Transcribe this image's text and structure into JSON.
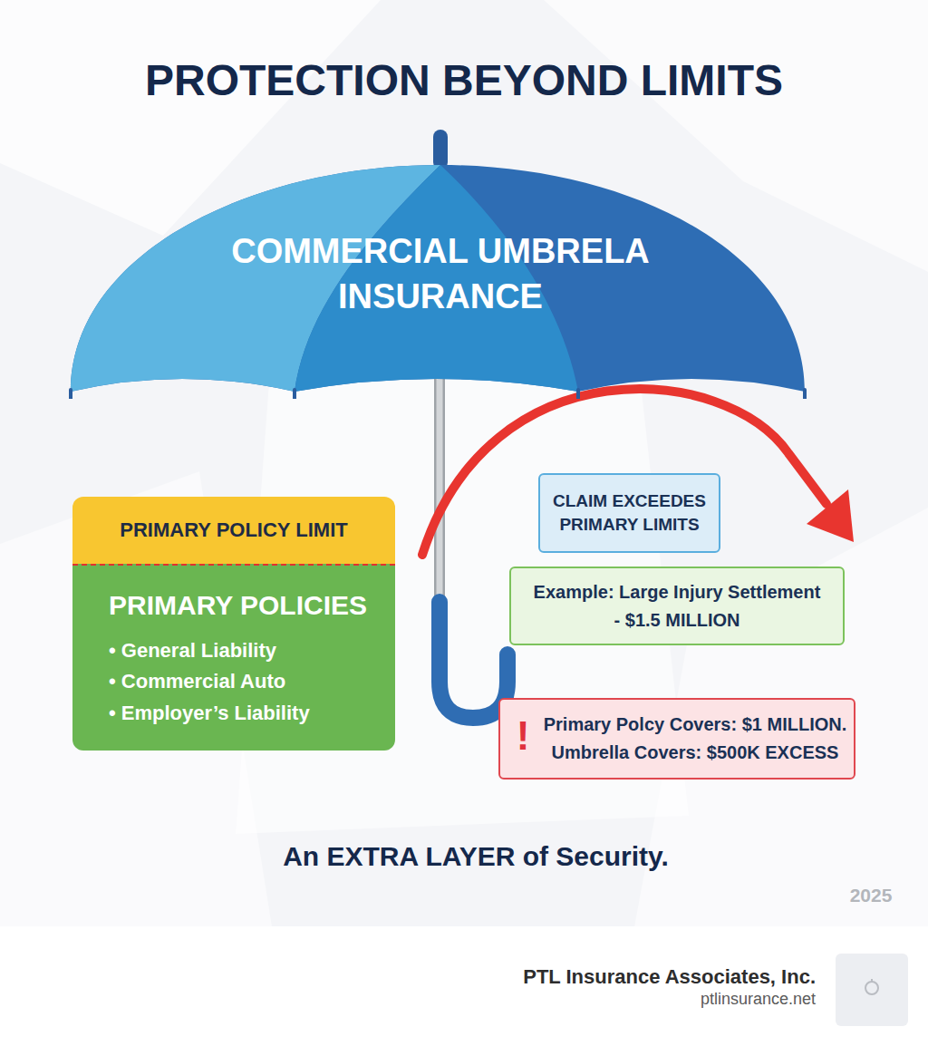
{
  "diagram": {
    "title": "PROTECTION BEYOND LIMITS",
    "caption": "An EXTRA LAYER of Security.",
    "nodes": [
      {
        "text": [
          "COMMERCIAL UMBRELA INSURANCE"
        ]
      },
      {
        "text": [
          "PRIMARY POLICY LIMIT"
        ]
      },
      {
        "text": [
          "PRIMARY POLICIES",
          "• General Liability",
          "• Commercial Auto",
          "• Employer’s Liability"
        ]
      },
      {
        "text": [
          "CLAIM EXCEEDES PRIMARY LIMITS"
        ]
      },
      {
        "text": [
          "Example: Large Injury Settlement - $1.5 MILLION"
        ]
      },
      {
        "text": [
          "!",
          "Primary Polcy Covers: $1 MILLION. Umbrella Covers: $500K EXCESS"
        ]
      }
    ],
    "labels": [
      "2025",
      "PTL Insurance Associates, Inc.",
      "ptlinsurance.net"
    ]
  }
}
